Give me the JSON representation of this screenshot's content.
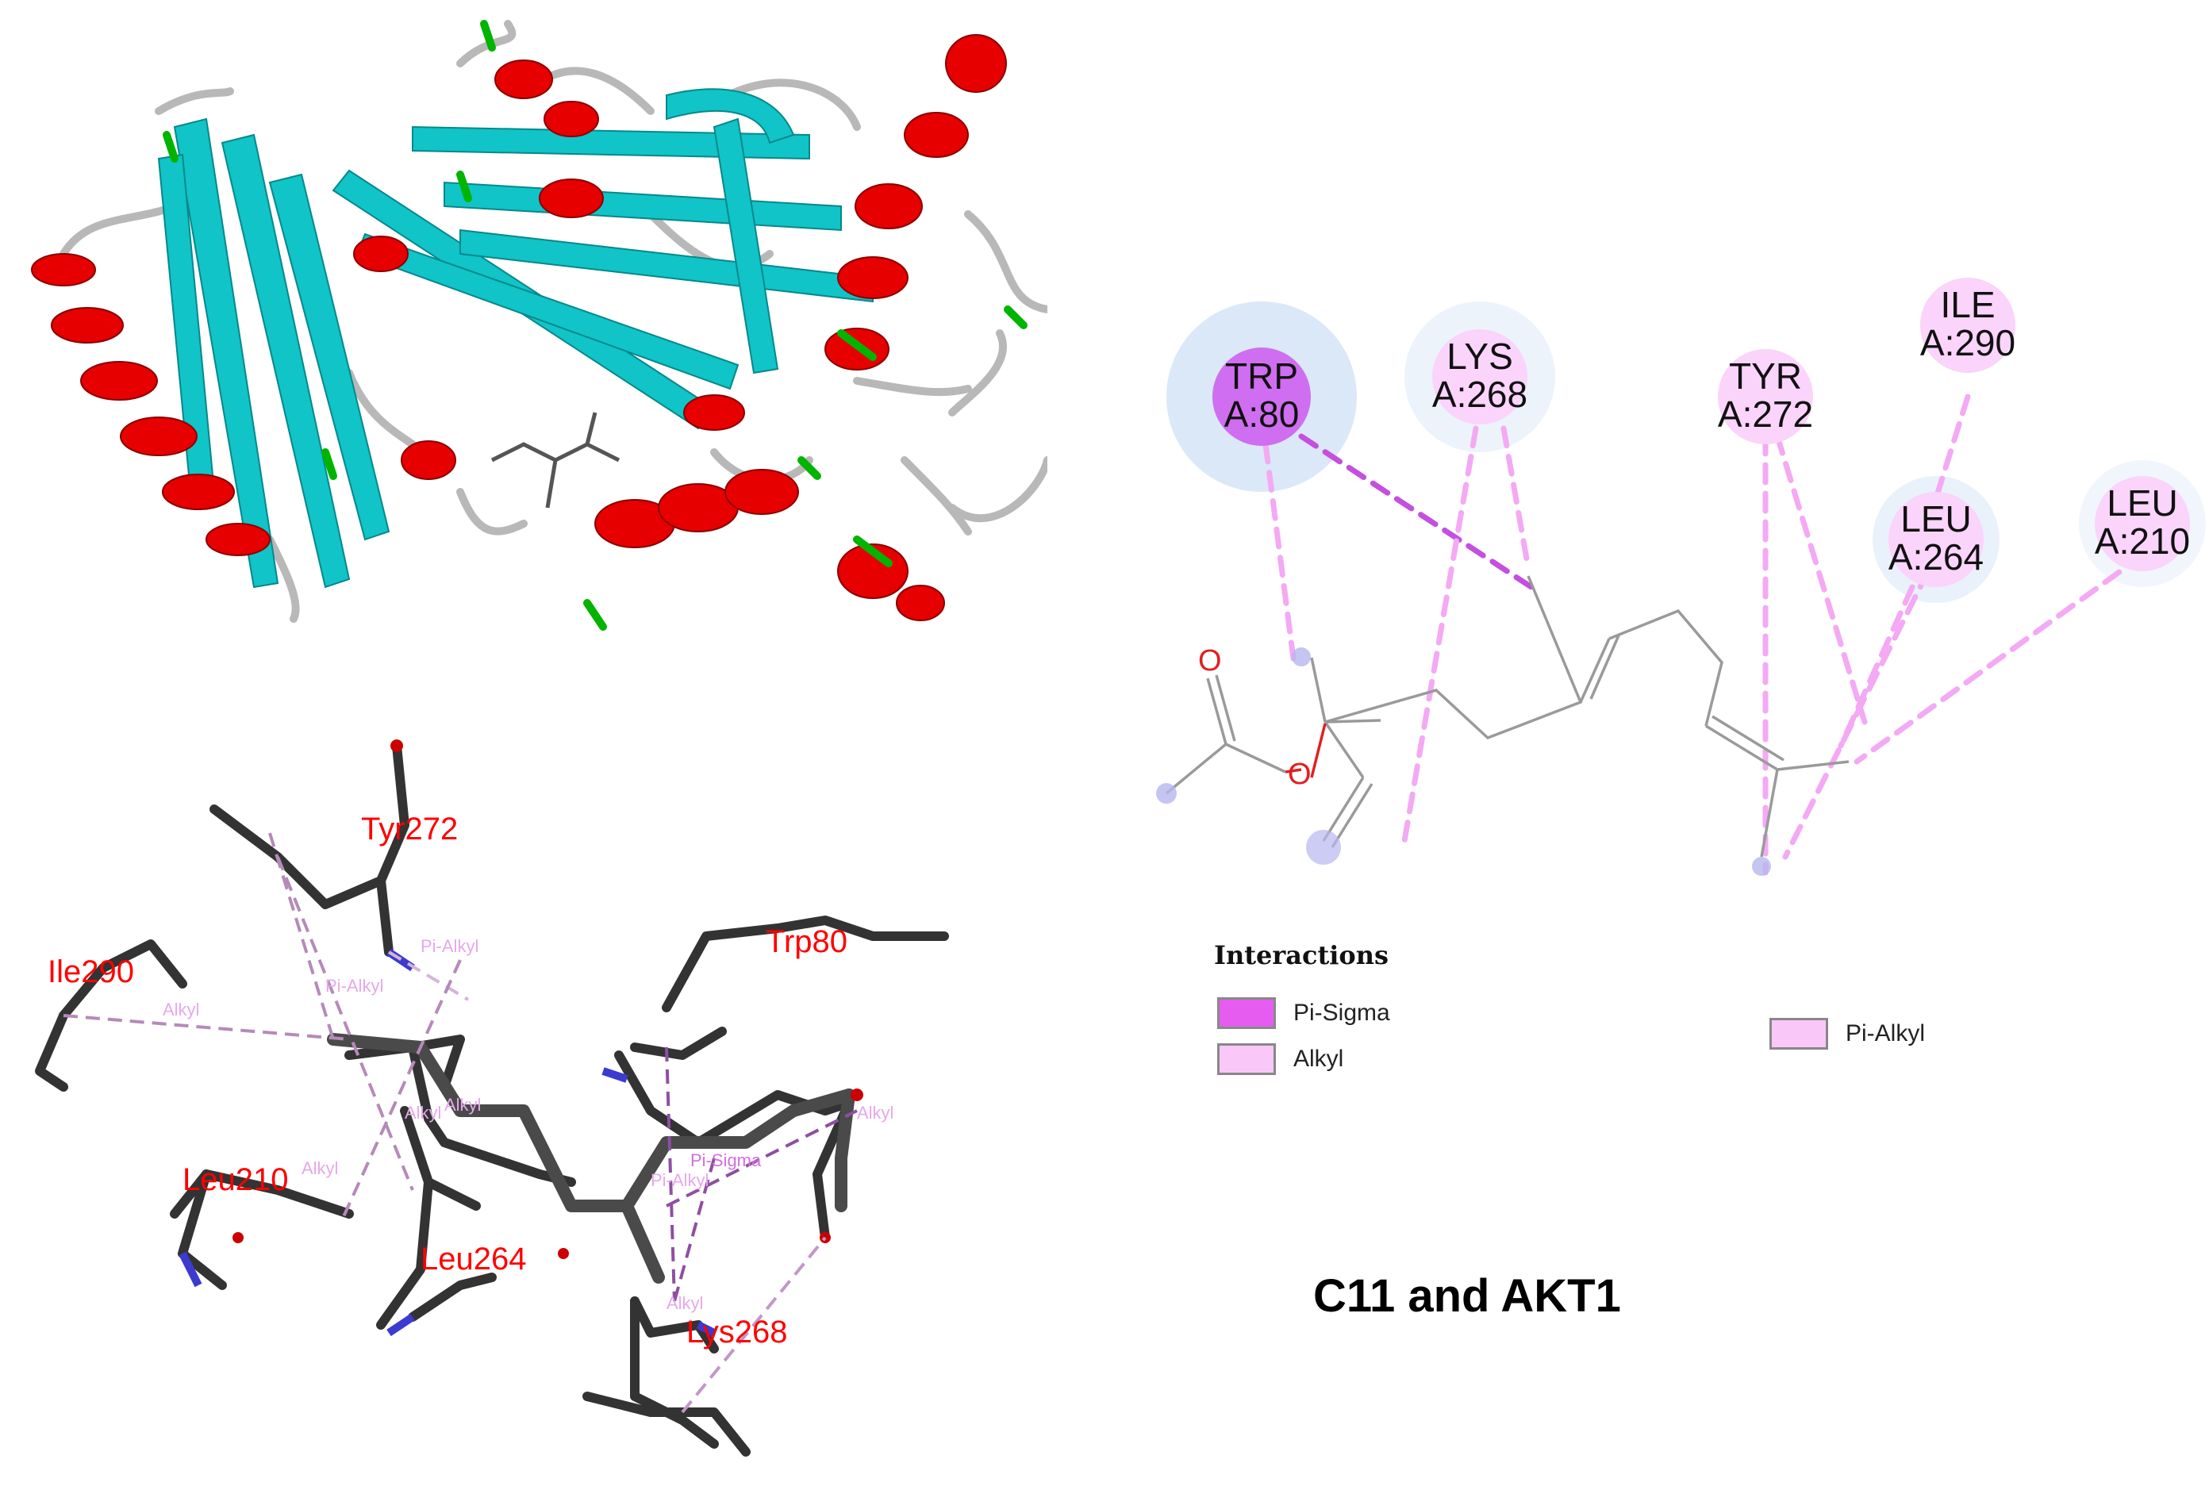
{
  "caption": "C11 and AKT1",
  "legend": {
    "title": "Interactions",
    "items": [
      {
        "label": "Pi-Sigma",
        "color": "#e65cf0"
      },
      {
        "label": "Alkyl",
        "color": "#f9c8f9"
      },
      {
        "label": "Pi-Alkyl",
        "color": "#f9c8f9"
      }
    ]
  },
  "residues_2d": [
    {
      "name": "TRP",
      "num": "A:80",
      "type": "pi-sigma"
    },
    {
      "name": "LYS",
      "num": "A:268",
      "type": "alkyl"
    },
    {
      "name": "TYR",
      "num": "A:272",
      "type": "alkyl"
    },
    {
      "name": "ILE",
      "num": "A:290",
      "type": "alkyl"
    },
    {
      "name": "LEU",
      "num": "A:264",
      "type": "alkyl"
    },
    {
      "name": "LEU",
      "num": "A:210",
      "type": "alkyl"
    }
  ],
  "ligand_atoms": {
    "oxygen": "O"
  },
  "residues_3d": [
    "Tyr272",
    "Ile290",
    "Trp80",
    "Leu210",
    "Leu264",
    "Lys268"
  ],
  "interaction_labels_3d": [
    "Pi-Alkyl",
    "Pi-Alkyl",
    "Alkyl",
    "Alkyl",
    "Alkyl",
    "Alkyl",
    "Pi-Sigma",
    "Pi-Alkyl",
    "Alkyl",
    "Alkyl"
  ],
  "colors": {
    "helix": "#e60000",
    "sheet": "#10c4c8",
    "coil": "#b8b8b8",
    "turn": "#00b400",
    "residue_label": "#ff0000",
    "pi_sigma": "#c44fe0",
    "alkyl": "#f4a9f4",
    "pi_sigma_circle": "#d06ef0",
    "alkyl_circle": "#fad4fa",
    "halo": "#d9e8f8"
  }
}
